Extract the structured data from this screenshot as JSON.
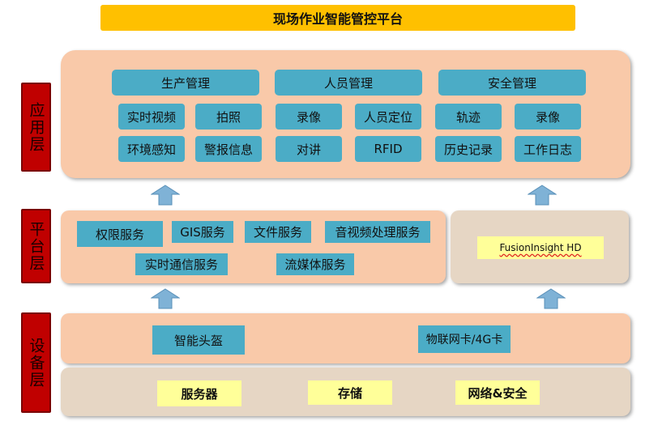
{
  "title": "现场作业智能管控平台",
  "layers": {
    "application": {
      "label": "应用层",
      "groups": [
        {
          "header": "生产管理",
          "items": [
            "实时视频",
            "拍照",
            "环境感知",
            "警报信息"
          ]
        },
        {
          "header": "人员管理",
          "items": [
            "录像",
            "人员定位",
            "对讲",
            "RFID"
          ]
        },
        {
          "header": "安全管理",
          "items": [
            "轨迹",
            "录像",
            "历史记录",
            "工作日志"
          ]
        }
      ]
    },
    "platform": {
      "label": "平台层",
      "services": [
        "权限服务",
        "GIS服务",
        "文件服务",
        "音视频处理服务",
        "实时通信服务",
        "流媒体服务"
      ],
      "bigdata": "FusionInsight HD"
    },
    "device": {
      "label": "设备层",
      "devices": [
        "智能头盔",
        "物联网卡/4G卡"
      ],
      "infra": [
        "服务器",
        "存储",
        "网络&安全"
      ]
    }
  },
  "colors": {
    "title_bg": "#ffc000",
    "layer_label": "#c00000",
    "panel": "#f9c9a9",
    "box": "#4bacc6",
    "infra_box": "#ffff99",
    "arrow": "#7fb2d6"
  }
}
